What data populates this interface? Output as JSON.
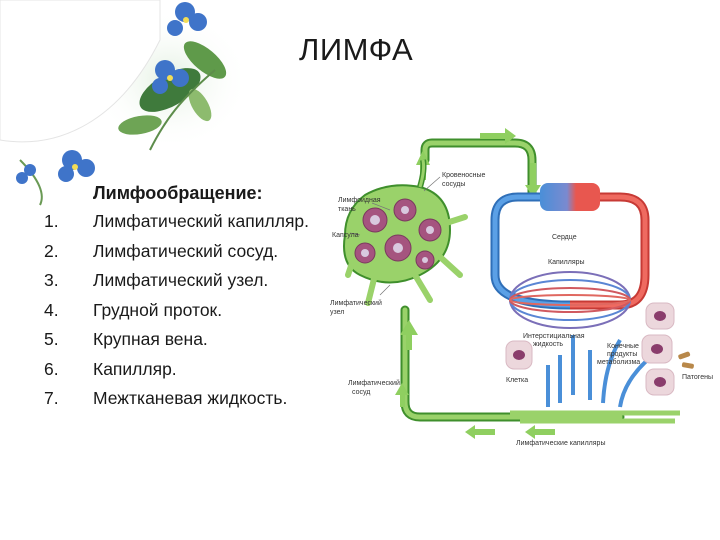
{
  "slide": {
    "title": "ЛИМФА",
    "list_heading": "Лимфообращение:",
    "list_items": [
      {
        "num": "1.",
        "text": "Лимфатический капилляр."
      },
      {
        "num": "2.",
        "text": "Лимфатический сосуд."
      },
      {
        "num": "3.",
        "text": "Лимфатический узел."
      },
      {
        "num": "4.",
        "text": "Грудной проток."
      },
      {
        "num": "5.",
        "text": "Крупная вена."
      },
      {
        "num": "6.",
        "text": "Капилляр."
      },
      {
        "num": "7.",
        "text": "Межтканевая жидкость."
      }
    ]
  },
  "diagram": {
    "labels": {
      "blood_vessels": [
        "Кровеносные",
        "сосуды"
      ],
      "lymphoid_tissue": [
        "Лимфоидная",
        "ткань"
      ],
      "capsule": "Капсула",
      "lymph_node": [
        "Лимфатический",
        "узел"
      ],
      "heart": "Сердце",
      "capillaries": "Капилляры",
      "interstitial_fluid": [
        "Интерстициальная",
        "жидкость"
      ],
      "end_products": [
        "Конечные",
        "продукты",
        "метаболизма"
      ],
      "cell": "Клетка",
      "pathogens": "Патогены",
      "lymph_vessel": [
        "Лимфатический",
        "сосуд"
      ],
      "lymph_capillaries": "Лимфатические капилляры"
    },
    "colors": {
      "lymph_green": "#7cc24a",
      "lymph_dark": "#3f8f2c",
      "artery_red": "#e8574f",
      "vein_blue": "#4a8fd8",
      "node_purple": "#a5547f",
      "cell_pink": "#ecd7dc"
    }
  }
}
